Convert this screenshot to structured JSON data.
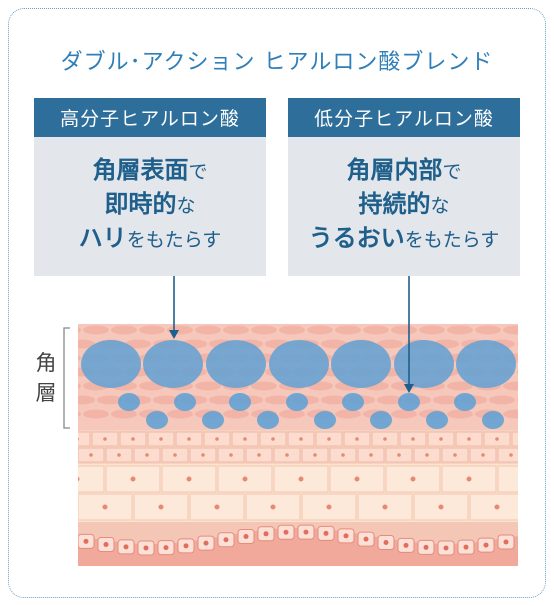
{
  "title": "ダブル･アクション ヒアルロン酸ブレンド",
  "cards": [
    {
      "header": "高分子ヒアルロン酸",
      "line1": {
        "strong": "角層表面",
        "normal": "で"
      },
      "line2": {
        "strong": "即時的",
        "normal": "な"
      },
      "line3": {
        "strong": "ハリ",
        "normal": "をもたらす"
      }
    },
    {
      "header": "低分子ヒアルロン酸",
      "line1": {
        "strong": "角層内部",
        "normal": "で"
      },
      "line2": {
        "strong": "持続的",
        "normal": "な"
      },
      "line3": {
        "strong": "うるおい",
        "normal": "をもたらす"
      }
    }
  ],
  "stratum_label": {
    "line1": "角",
    "line2": "層"
  },
  "colors": {
    "accent": "#2f7fb8",
    "header_bg": "#2e6e9a",
    "card_bg": "#e3e6eb",
    "skin_top": "#f3b4a8",
    "skin_mid": "#f7d2c2",
    "skin_low": "#fbe3cf",
    "bubble": "#5aa0d6"
  }
}
